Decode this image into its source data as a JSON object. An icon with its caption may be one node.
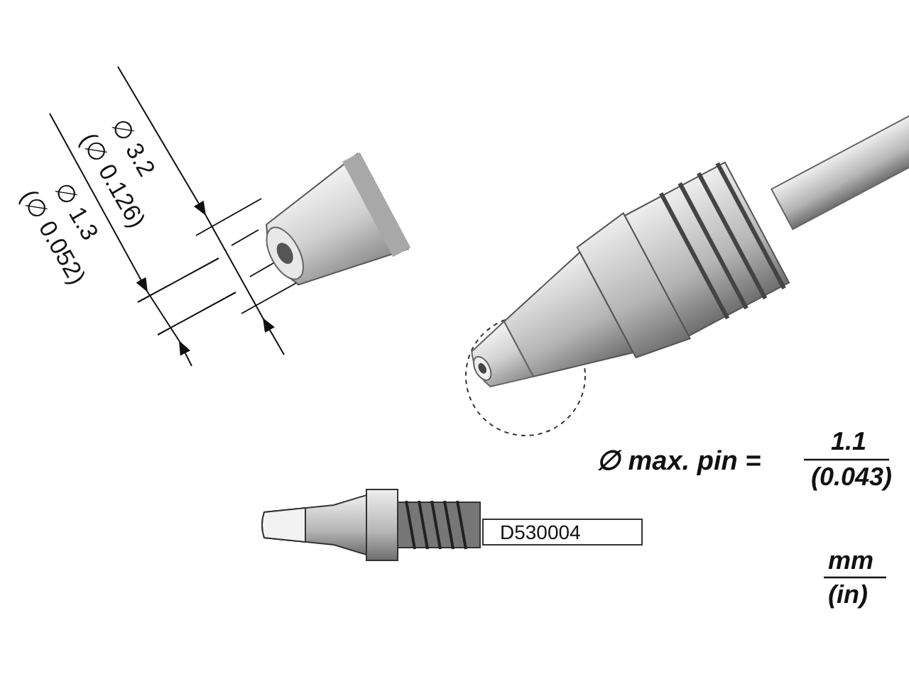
{
  "diagram": {
    "labels": [
      "∅ 3.2",
      "(∅ 0.126)",
      "∅ 1.3",
      "(∅ 0.052)",
      "∅ max. pin =",
      "1.1",
      "(0.043)",
      "D530004",
      "mm",
      "(in)"
    ]
  }
}
